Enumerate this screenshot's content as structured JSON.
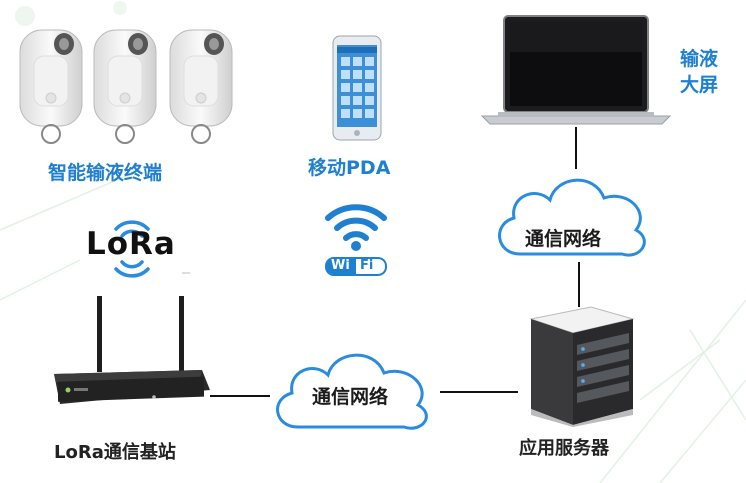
{
  "labels": {
    "terminal": "智能输液终端",
    "pda": "移动PDA",
    "screen_line1": "输液",
    "screen_line2": "大屏",
    "lora_logo": "LoRa",
    "wifi_wi": "Wi",
    "wifi_fi": "Fi",
    "cloud_top": "通信网络",
    "cloud_bottom": "通信网络",
    "base_station": "LoRa通信基站",
    "server": "应用服务器"
  },
  "colors": {
    "accent_blue": "#1f7fd1",
    "cloud_stroke": "#2a8be0",
    "line": "#111111",
    "deco_green": "#d7eedb"
  },
  "icons": [
    "infusion-terminal-icon",
    "pda-phone-icon",
    "laptop-icon",
    "lora-logo-icon",
    "wifi-icon",
    "cloud-icon",
    "router-icon",
    "server-rack-icon"
  ]
}
